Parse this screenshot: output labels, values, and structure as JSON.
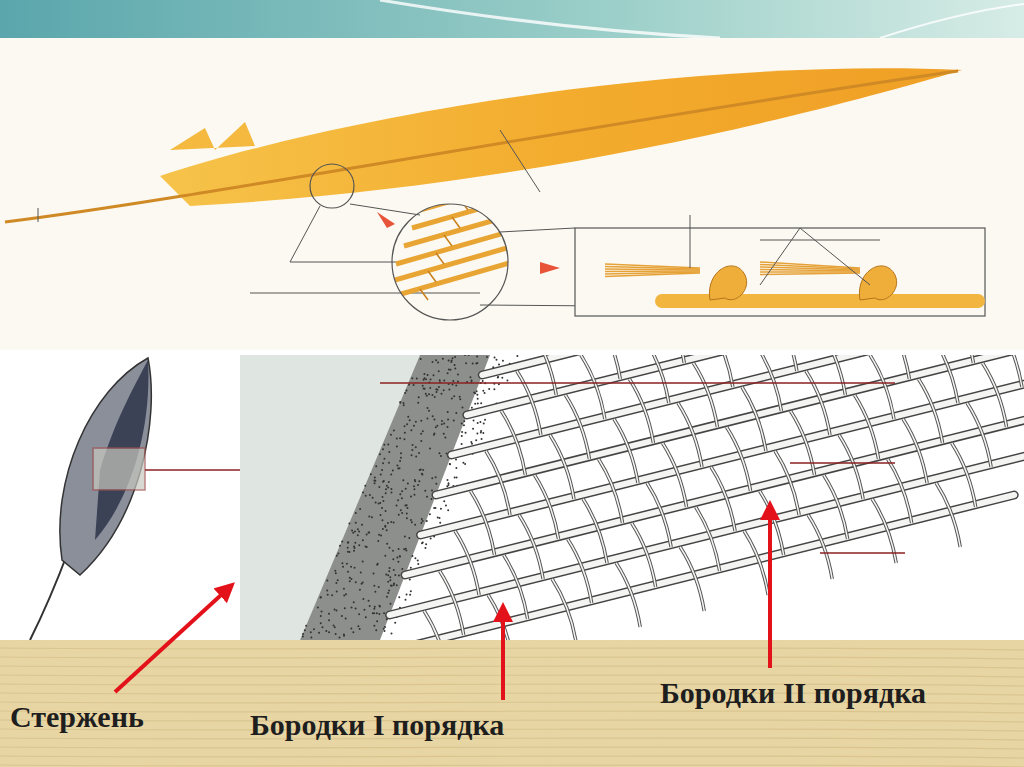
{
  "diagram": {
    "labels": [
      "Стержень",
      "Бородки I порядка",
      "Бородки II порядка"
    ]
  }
}
